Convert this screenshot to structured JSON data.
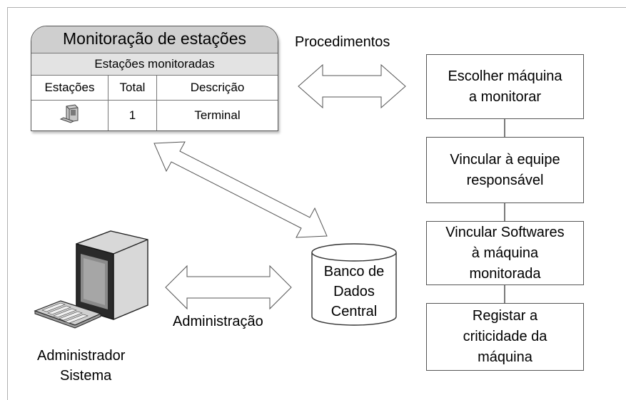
{
  "table": {
    "title": "Monitoração de estações",
    "subtitle": "Estações monitoradas",
    "columns": [
      "Estações",
      "Total",
      "Descrição"
    ],
    "row": {
      "total": "1",
      "description": "Terminal"
    }
  },
  "labels": {
    "procedures": "Procedimentos",
    "administration": "Administração",
    "admin_line1": "Administrador",
    "admin_line2": "Sistema"
  },
  "database": {
    "line1": "Banco de",
    "line2": "Dados",
    "line3": "Central"
  },
  "steps": [
    {
      "line1": "Escolher máquina",
      "line2": "a monitorar"
    },
    {
      "line1": "Vincular à equipe",
      "line2": "responsável"
    },
    {
      "line1": "Vincular Softwares",
      "line2": "à máquina",
      "line3": "monitorada"
    },
    {
      "line1": "Registar a",
      "line2": "criticidade da",
      "line3": "máquina"
    }
  ],
  "icons": [
    "workstation-icon",
    "computer-icon",
    "database-icon",
    "double-arrow-icon"
  ]
}
